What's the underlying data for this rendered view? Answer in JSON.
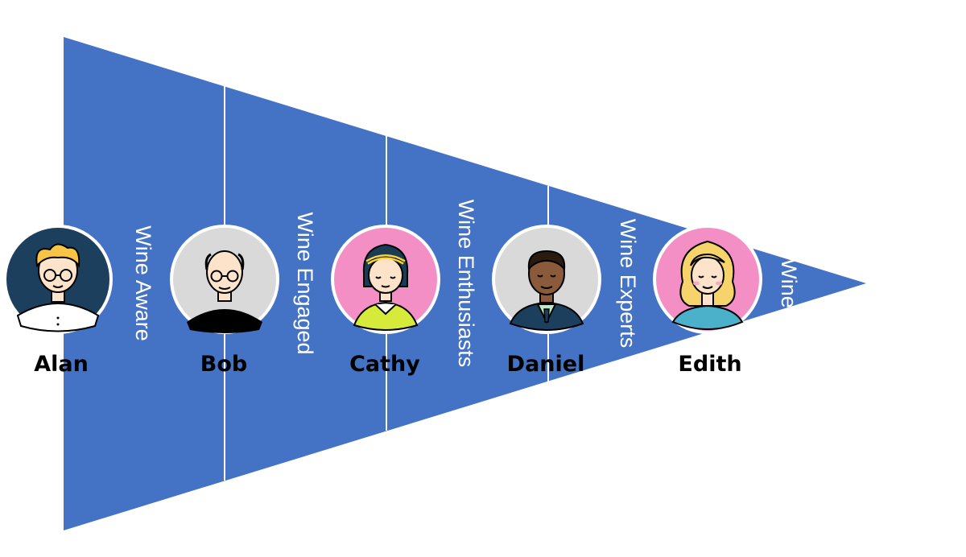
{
  "funnel": {
    "color": "#4472c4",
    "divider_color": "#ffffff",
    "stages": [
      {
        "label": "Wine Aware"
      },
      {
        "label": "Wine Engaged"
      },
      {
        "label": "Wine Enthusiasts"
      },
      {
        "label": "Wine Experts"
      },
      {
        "label": "Wine"
      }
    ]
  },
  "people": [
    {
      "name": "Alan",
      "avatar_icon": "blond-glasses-man-icon",
      "bg": "#1d3f5e"
    },
    {
      "name": "Bob",
      "avatar_icon": "bald-glasses-man-icon",
      "bg": "#d9d9d9"
    },
    {
      "name": "Cathy",
      "avatar_icon": "headband-woman-icon",
      "bg": "#f48fc6"
    },
    {
      "name": "Daniel",
      "avatar_icon": "suit-man-icon",
      "bg": "#d9d9d9"
    },
    {
      "name": "Edith",
      "avatar_icon": "blonde-woman-icon",
      "bg": "#f48fc6"
    }
  ]
}
